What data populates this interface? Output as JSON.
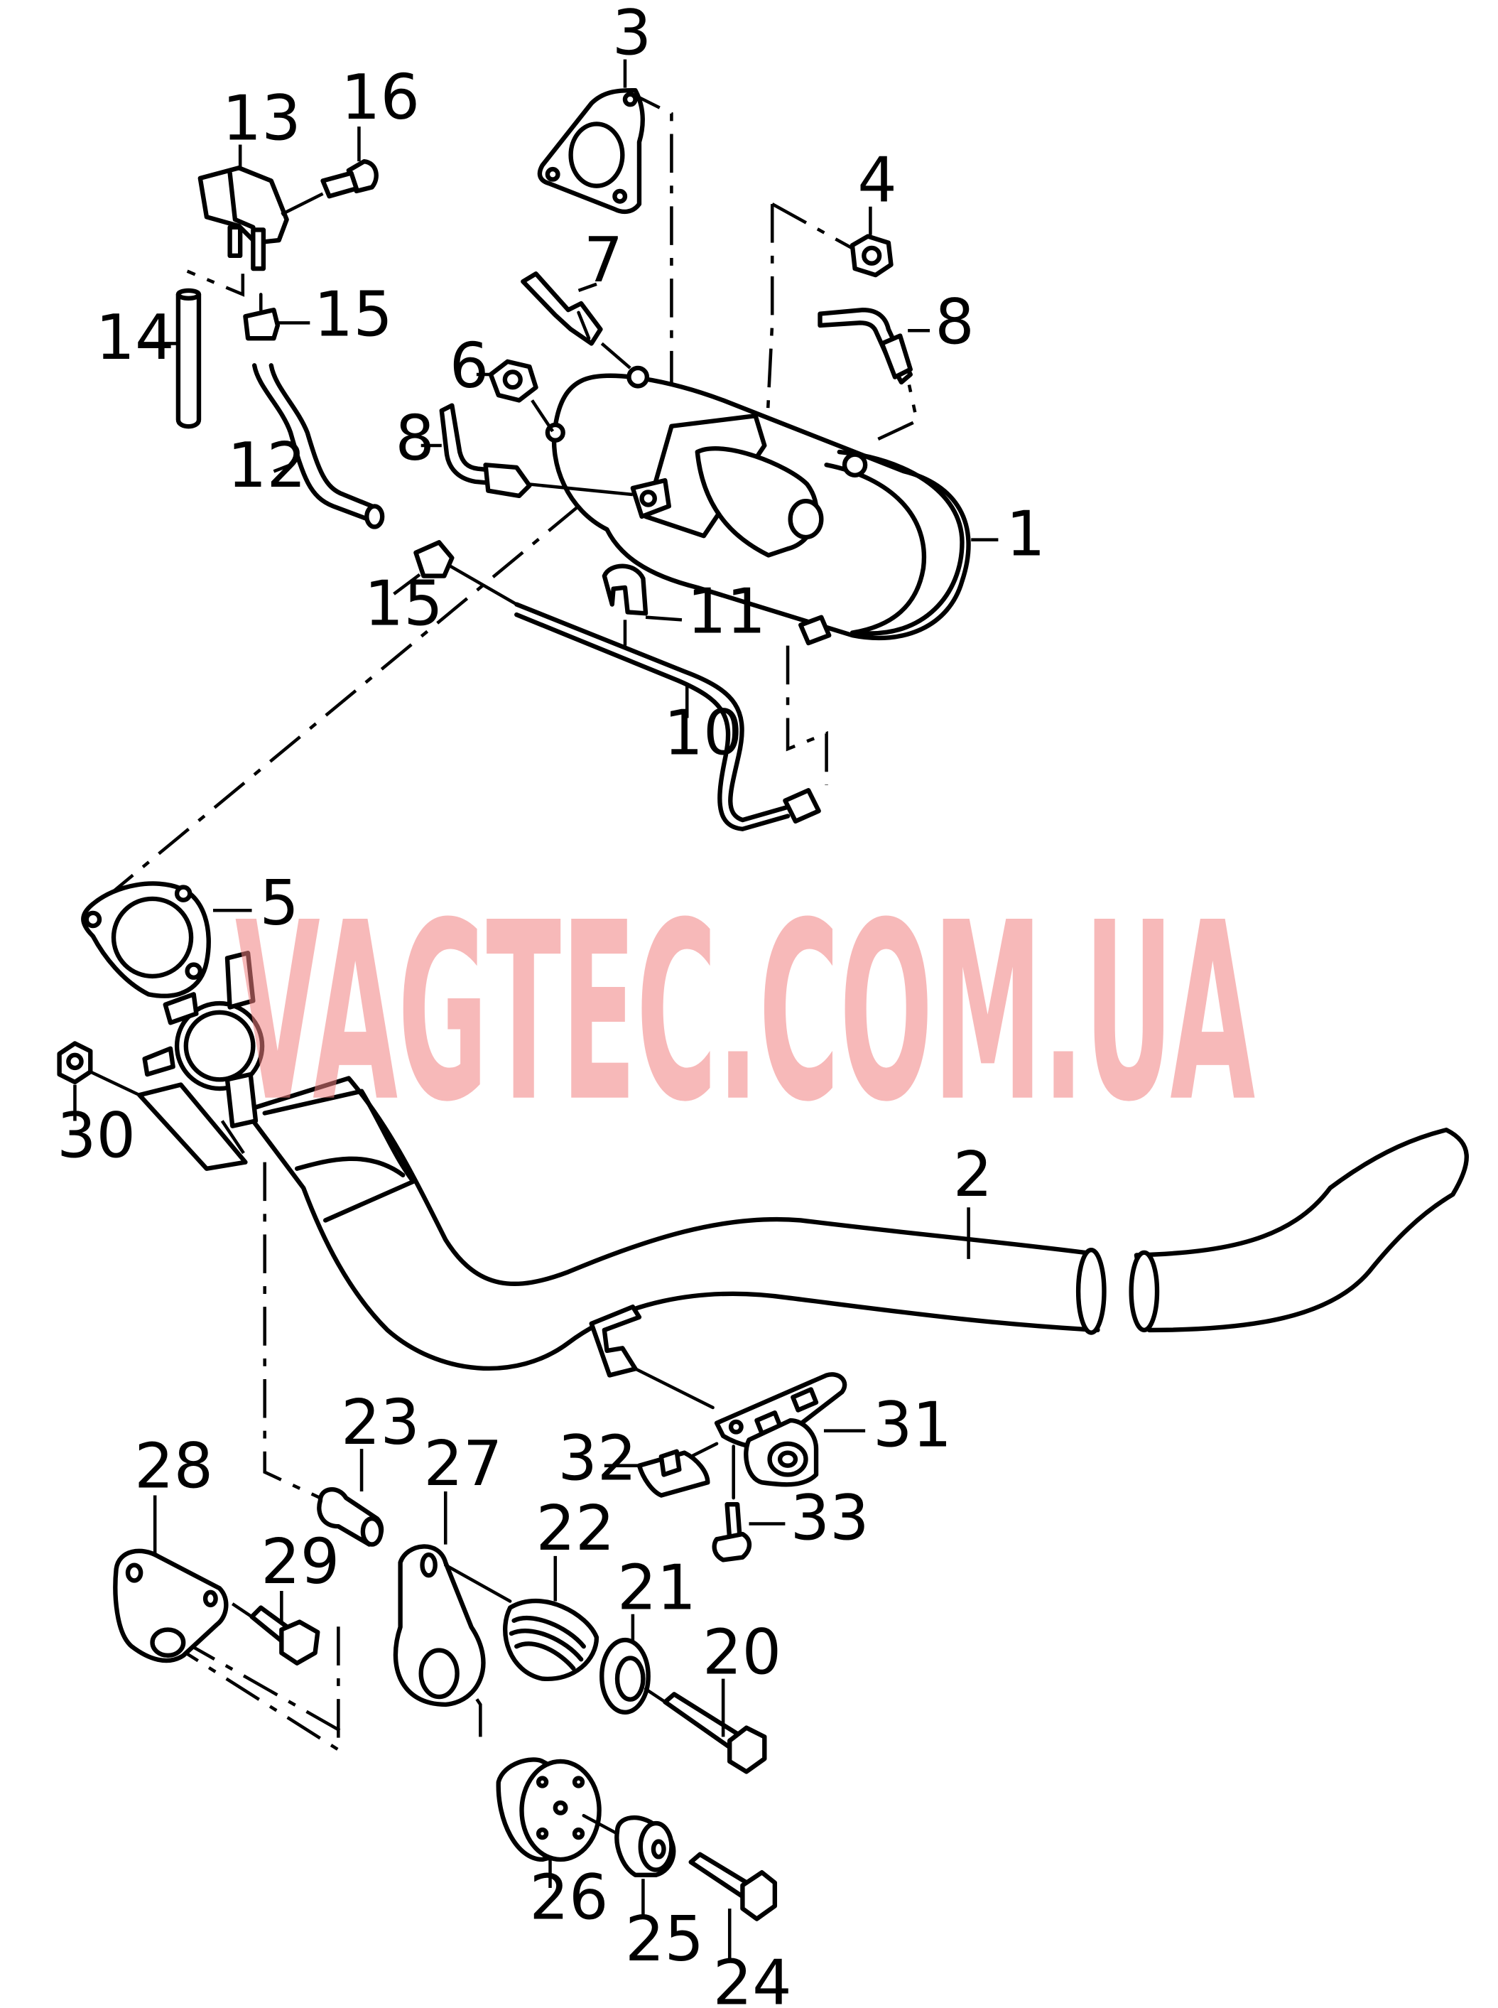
{
  "watermark": {
    "text": "VAGTEC.COM.UA",
    "color": "#f08080"
  },
  "callouts": {
    "c1": "1",
    "c2": "2",
    "c3": "3",
    "c4": "4",
    "c5": "5",
    "c6": "6",
    "c7": "7",
    "c8a": "8",
    "c8b": "8",
    "c10": "10",
    "c11": "11",
    "c12": "12",
    "c13": "13",
    "c14": "14",
    "c15a": "15",
    "c15b": "15",
    "c16": "16",
    "c20": "20",
    "c21": "21",
    "c22": "22",
    "c23": "23",
    "c24": "24",
    "c25": "25",
    "c26": "26",
    "c27": "27",
    "c28": "28",
    "c29": "29",
    "c30": "30",
    "c31": "31",
    "c32": "32",
    "c33": "33"
  },
  "parts": [
    {
      "number": "1",
      "name": "particulate-filter"
    },
    {
      "number": "2",
      "name": "exhaust-front-pipe"
    },
    {
      "number": "3",
      "name": "gasket"
    },
    {
      "number": "4",
      "name": "nut"
    },
    {
      "number": "5",
      "name": "gasket"
    },
    {
      "number": "6",
      "name": "nut"
    },
    {
      "number": "7",
      "name": "sensor"
    },
    {
      "number": "8",
      "name": "pipe-connector"
    },
    {
      "number": "10",
      "name": "pressure-line"
    },
    {
      "number": "11",
      "name": "clip"
    },
    {
      "number": "12",
      "name": "hose"
    },
    {
      "number": "13",
      "name": "pressure-sensor"
    },
    {
      "number": "14",
      "name": "hose-piece"
    },
    {
      "number": "15",
      "name": "hose-clamp"
    },
    {
      "number": "16",
      "name": "bolt"
    },
    {
      "number": "20",
      "name": "bolt"
    },
    {
      "number": "21",
      "name": "washer"
    },
    {
      "number": "22",
      "name": "rubber-bellows"
    },
    {
      "number": "23",
      "name": "spacer-sleeve"
    },
    {
      "number": "24",
      "name": "bolt"
    },
    {
      "number": "25",
      "name": "bushing"
    },
    {
      "number": "26",
      "name": "rubber-mount"
    },
    {
      "number": "27",
      "name": "bracket"
    },
    {
      "number": "28",
      "name": "bracket"
    },
    {
      "number": "29",
      "name": "bolt"
    },
    {
      "number": "30",
      "name": "nut"
    },
    {
      "number": "31",
      "name": "mounting-bracket"
    },
    {
      "number": "32",
      "name": "spring-nut"
    },
    {
      "number": "33",
      "name": "bolt"
    }
  ]
}
